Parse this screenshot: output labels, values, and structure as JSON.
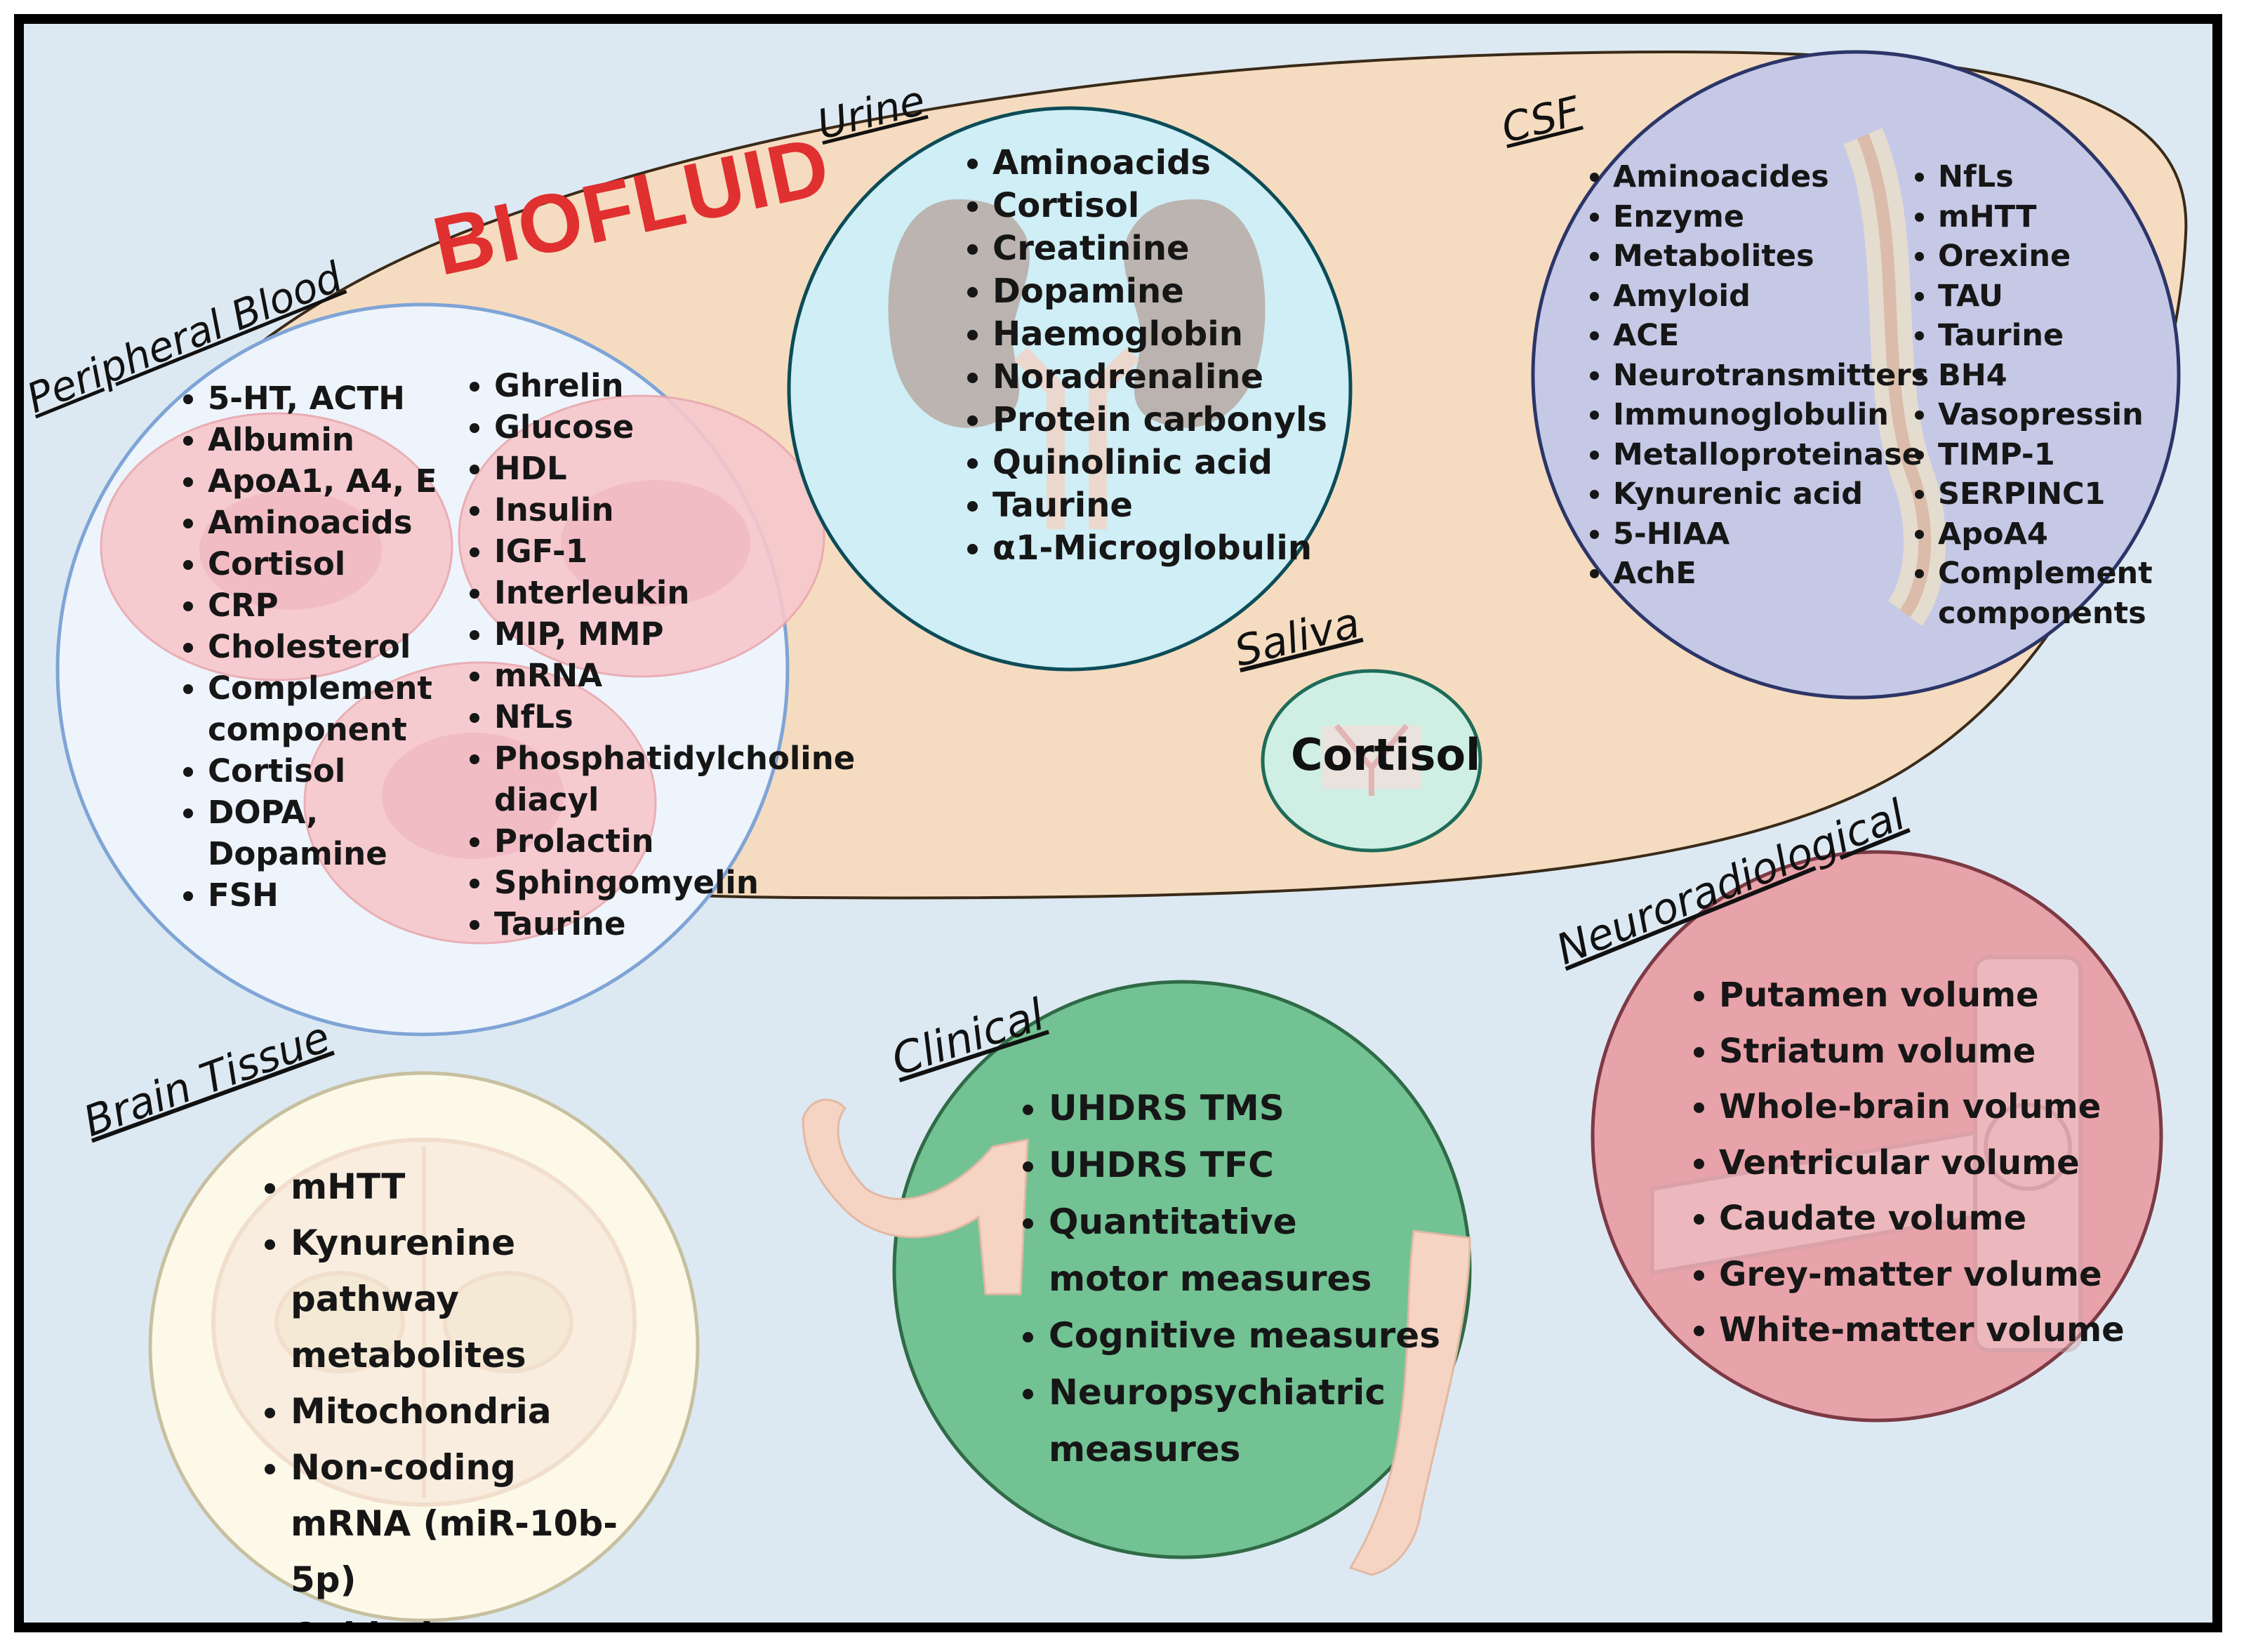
{
  "labels": {
    "biofluid": "BIOFLUID",
    "peripheral_blood": "Peripheral Blood",
    "urine": "Urine",
    "csf": "CSF",
    "saliva": "Saliva",
    "brain_tissue": "Brain Tissue",
    "clinical": "Clinical",
    "neuroradiological": "Neuroradiological"
  },
  "peripheral_blood": {
    "col1": [
      "5-HT, ACTH",
      "Albumin",
      "ApoA1, A4, E",
      "Aminoacids",
      "Cortisol",
      "CRP",
      "Cholesterol",
      "Complement component",
      "Cortisol",
      "DOPA, Dopamine",
      "FSH"
    ],
    "col2": [
      "Ghrelin",
      "Glucose",
      "HDL",
      "Insulin",
      "IGF-1",
      "Interleukin",
      "MIP, MMP",
      "mRNA",
      "NfLs",
      "Phosphatidylcholine diacyl",
      "Prolactin",
      "Sphingomyelin",
      "Taurine"
    ]
  },
  "urine": {
    "items": [
      "Aminoacids",
      "Cortisol",
      "Creatinine",
      "Dopamine",
      "Haemoglobin",
      "Noradrenaline",
      "Protein carbonyls",
      "Quinolinic acid",
      "Taurine",
      "α1-Microglobulin"
    ]
  },
  "csf": {
    "col1": [
      "Aminoacides",
      "Enzyme",
      "Metabolites",
      "Amyloid",
      "ACE",
      "Neurotransmitters",
      "Immunoglobulin",
      "Metalloproteinase",
      "Kynurenic acid",
      "5-HIAA",
      "AchE"
    ],
    "col2": [
      "NfLs",
      "mHTT",
      "Orexine",
      "TAU",
      "Taurine",
      "BH4",
      "Vasopressin",
      "TIMP-1",
      "SERPINC1",
      "ApoA4",
      "Complement components"
    ]
  },
  "saliva": {
    "value": "Cortisol"
  },
  "brain_tissue": {
    "items": [
      "mHTT",
      "Kynurenine pathway metabolites",
      "Mitochondria",
      "Non-coding mRNA (miR-10b-5p)",
      "Oxidative stress"
    ]
  },
  "clinical": {
    "items": [
      "UHDRS TMS",
      "UHDRS TFC",
      "Quantitative motor measures",
      "Cognitive measures",
      "Neuropsychiatric measures"
    ]
  },
  "neuroradiological": {
    "items": [
      "Putamen volume",
      "Striatum volume",
      "Whole-brain volume",
      "Ventricular volume",
      "Caudate volume",
      "Grey-matter volume",
      "White-matter volume"
    ]
  },
  "colors": {
    "background": "#dde9f2",
    "biofluid_ellipse": "#f5dcc0",
    "biofluid_text": "#e03030",
    "blood_circle": "#eef4fb",
    "urine_circle": "#cfeef6",
    "csf_circle": "#c5c9e6",
    "saliva_circle": "#cfeee4",
    "brain_circle": "#fdf9e8",
    "clinical_circle": "#72c294",
    "neuro_circle": "#e8a2aa"
  },
  "icons": [
    "red-blood-cell-icon",
    "kidney-icon",
    "spine-icon",
    "salivary-gland-icon",
    "brain-icon",
    "human-limbs-icon",
    "mri-scanner-icon"
  ]
}
